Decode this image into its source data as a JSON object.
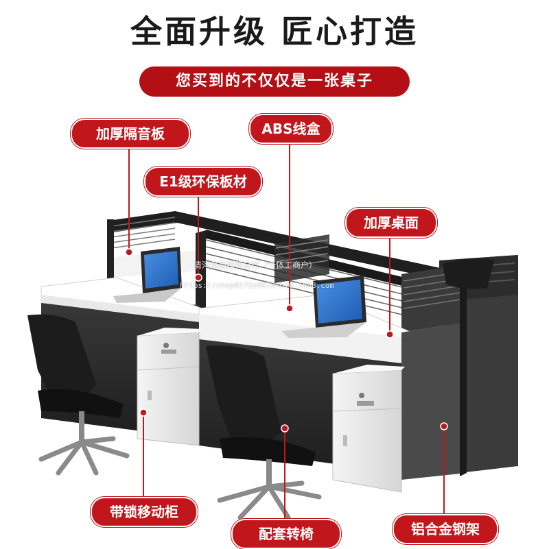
{
  "headline": "全面升级 匠心打造",
  "subheadline": "您买到的不仅仅是一张桌子",
  "labels": {
    "partition": "加厚隔音板",
    "abs_box": "ABS线盒",
    "e1_board": "E1级环保板材",
    "desktop": "加厚桌面",
    "locking_cabinet": "带锁移动柜",
    "chair": "配套转椅",
    "frame": "铝合金钢架"
  },
  "watermark": {
    "line1": "清河县品锋贸易行（个体工商户）",
    "line2": "https://shop0172e0628s670.1688.com"
  },
  "colors": {
    "accent": "#c1171c",
    "frame": "#2b2b2b",
    "desk": "#ffffff",
    "cabinet": "#e8e8e8"
  }
}
